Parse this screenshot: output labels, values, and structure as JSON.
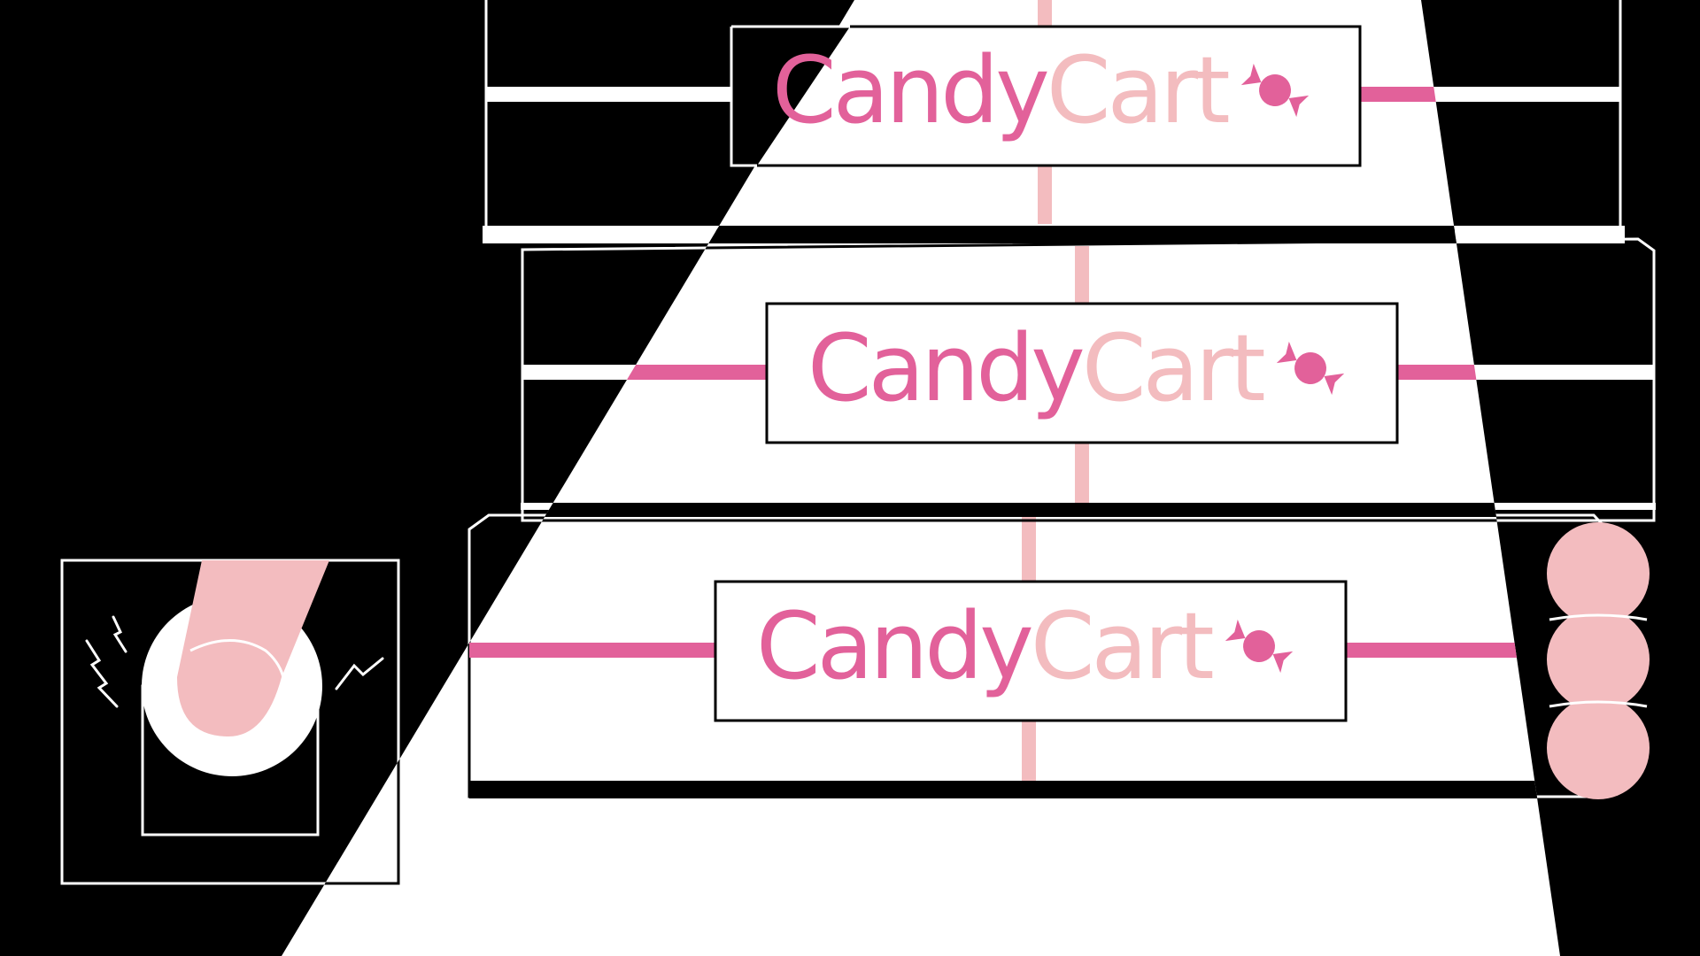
{
  "brand": {
    "word_primary": "Candy",
    "word_secondary": "Cart",
    "icon": "candy-icon"
  },
  "packages": [
    {
      "label_primary": "Candy",
      "label_secondary": "Cart"
    },
    {
      "label_primary": "Candy",
      "label_secondary": "Cart"
    },
    {
      "label_primary": "Candy",
      "label_secondary": "Cart"
    }
  ],
  "icons": [
    "finger-press-icon",
    "vibration-icon",
    "candy-icon",
    "gumball-stack-icon"
  ],
  "colors": {
    "background": "#000000",
    "light_beam": "#ffffff",
    "outline": "#ffffff",
    "brand_pink": "#e2619a",
    "brand_light_pink": "#f3bcbf",
    "gumball": "#f3bcbf"
  }
}
